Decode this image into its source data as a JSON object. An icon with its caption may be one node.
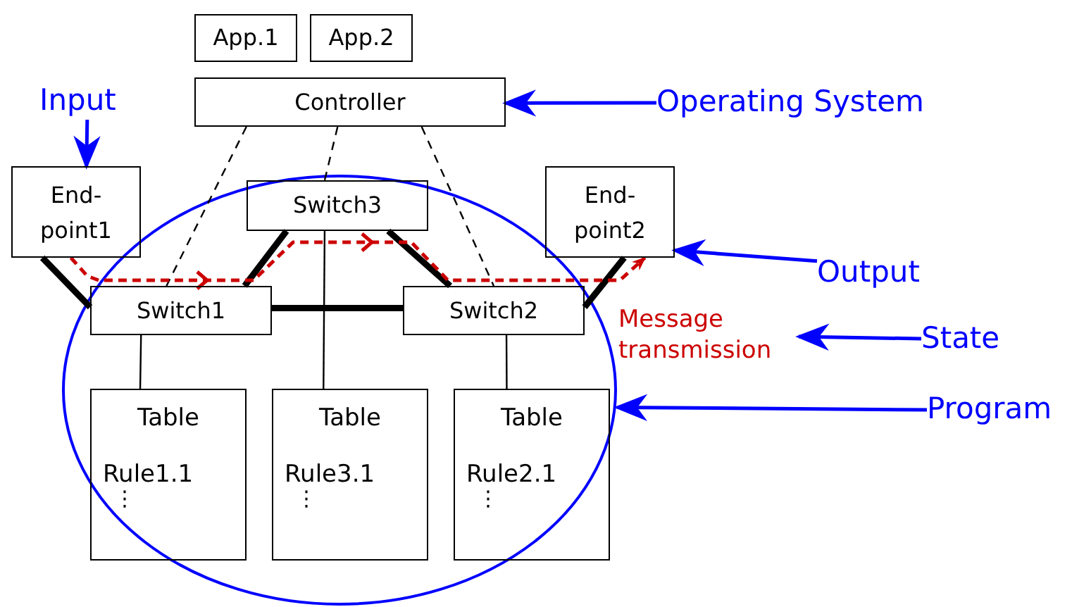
{
  "diagram": {
    "nodes": [
      {
        "text": [
          "App.1"
        ]
      },
      {
        "text": [
          "App.2"
        ]
      },
      {
        "text": [
          "Controller"
        ]
      },
      {
        "text": [
          "End- point1"
        ]
      },
      {
        "text": [
          "Switch3"
        ],
        "in": 11
      },
      {
        "text": [
          "End- point2"
        ]
      },
      {
        "text": [
          "Switch1"
        ],
        "in": 11
      },
      {
        "text": [
          "Switch2"
        ],
        "in": 11
      },
      {
        "text": [
          "Table",
          "Rule1.1",
          "⋮"
        ],
        "in": 11
      },
      {
        "text": [
          "Table",
          "Rule3.1",
          "⋮"
        ],
        "in": 11
      },
      {
        "text": [
          "Table",
          "Rule2.1",
          "⋮"
        ],
        "in": 11
      },
      {
        "text": [],
        "shape": "ellipse"
      },
      {
        "text": [
          "Input"
        ]
      },
      {
        "text": [
          "Operating System"
        ]
      },
      {
        "text": [
          "Output"
        ]
      },
      {
        "text": [
          "Message transmission"
        ]
      },
      {
        "text": [
          "State"
        ]
      },
      {
        "text": [
          "Program"
        ]
      }
    ],
    "edges": [
      {
        "from": 2,
        "to": 6,
        "arrow": "none",
        "style": "dashed"
      },
      {
        "from": 2,
        "to": 4,
        "arrow": "none",
        "style": "dashed"
      },
      {
        "from": 2,
        "to": 7,
        "arrow": "none",
        "style": "dashed"
      },
      {
        "from": 3,
        "to": 6,
        "arrow": "none",
        "style": "thick"
      },
      {
        "from": 6,
        "to": 4,
        "arrow": "none",
        "style": "thick"
      },
      {
        "from": 4,
        "to": 7,
        "arrow": "none",
        "style": "thick"
      },
      {
        "from": 6,
        "to": 7,
        "arrow": "none",
        "style": "thick"
      },
      {
        "from": 7,
        "to": 5,
        "arrow": "none",
        "style": "thick"
      },
      {
        "from": 6,
        "to": 8,
        "arrow": "none"
      },
      {
        "from": 4,
        "to": 9,
        "arrow": "none"
      },
      {
        "from": 7,
        "to": 10,
        "arrow": "none"
      },
      {
        "from": 12,
        "to": 3,
        "arrow": "to",
        "color": "#0000ff"
      },
      {
        "from": 13,
        "to": 2,
        "arrow": "to",
        "color": "#0000ff"
      },
      {
        "from": 14,
        "to": 5,
        "arrow": "to",
        "color": "#0000ff"
      },
      {
        "from": 16,
        "to": 15,
        "arrow": "to",
        "color": "#0000ff"
      },
      {
        "from": 17,
        "to": 11,
        "arrow": "to",
        "color": "#0000ff"
      },
      {
        "from": 3,
        "to": 5,
        "arrow": "to",
        "style": "dashed",
        "color": "#cc0000"
      }
    ]
  }
}
